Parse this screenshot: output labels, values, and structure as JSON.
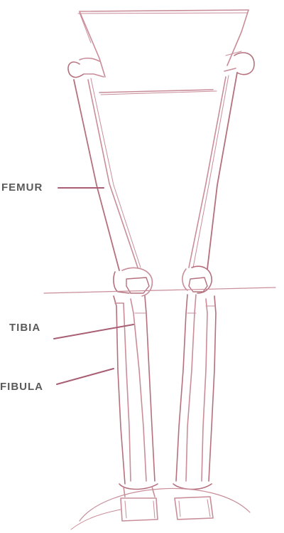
{
  "labels": {
    "femur": "FEMUR",
    "tibia": "TIBIA",
    "fibula": "FIBULA"
  },
  "colors": {
    "sketch_line": "#c98d99",
    "sketch_line_dark": "#b5707e",
    "leader_line": "#a85e73",
    "label_text": "#5a5a5a",
    "background": "#ffffff"
  }
}
